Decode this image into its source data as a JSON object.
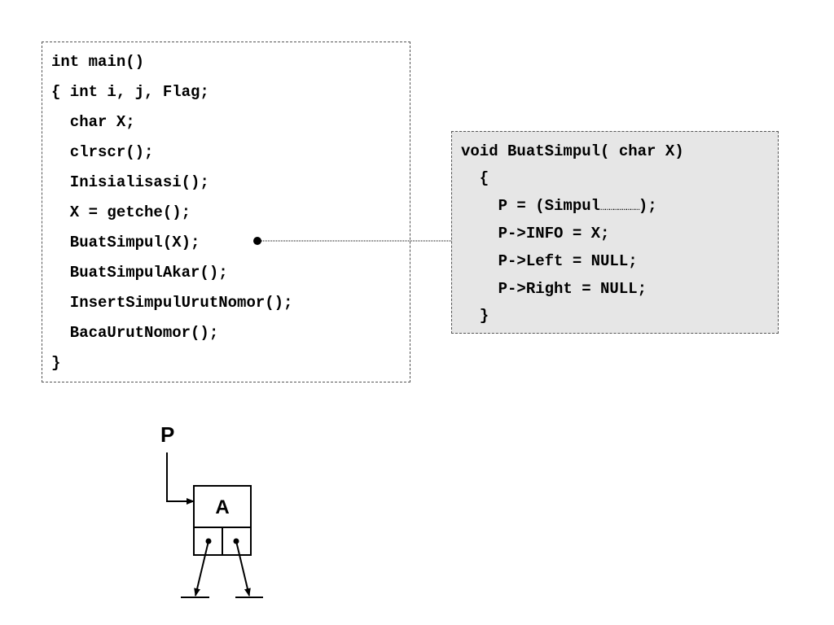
{
  "main_code": {
    "lines": [
      "int main()",
      "{ int i, j, Flag;",
      "  char X;",
      "  clrscr();",
      "  Inisialisasi();",
      "  X = getche();",
      "  BuatSimpul(X);",
      "  BuatSimpulAkar();",
      "  InsertSimpulUrutNomor();",
      "  BacaUrutNomor();",
      "}"
    ]
  },
  "function_code": {
    "line_0": "void BuatSimpul( char X)",
    "line_1": "  {",
    "line_2_prefix": "    P = (Simpul",
    "line_2_dots": "………………………",
    "line_2_suffix": ");",
    "line_3": "    P->INFO = X;",
    "line_4": "    P->Left = NULL;",
    "line_5": "    P->Right = NULL;",
    "line_6": "  }"
  },
  "diagram": {
    "pointer_label": "P",
    "node_info": "A"
  }
}
